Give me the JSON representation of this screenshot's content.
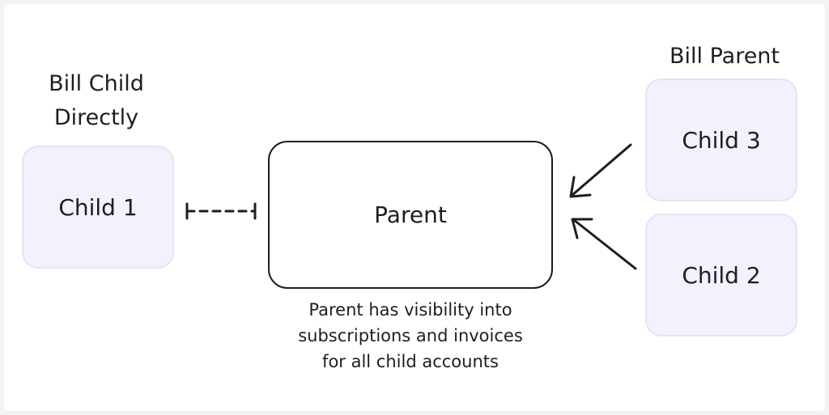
{
  "labels": {
    "bill_child_line1": "Bill Child",
    "bill_child_line2": "Directly",
    "bill_parent": "Bill Parent"
  },
  "nodes": {
    "child1": "Child 1",
    "child2": "Child 2",
    "child3": "Child 3",
    "parent": "Parent"
  },
  "caption": {
    "line1": "Parent has visibility into",
    "line2": "subscriptions and invoices",
    "line3": "for all child accounts"
  },
  "colors": {
    "child_fill": "#f1f2fc",
    "child_border": "#e2e4f7",
    "stroke": "#1e1e1e",
    "background": "#ffffff"
  },
  "edges": [
    {
      "from": "child1",
      "to": "parent",
      "style": "dashed"
    },
    {
      "from": "child3",
      "to": "parent",
      "style": "arrow"
    },
    {
      "from": "child2",
      "to": "parent",
      "style": "arrow"
    }
  ]
}
